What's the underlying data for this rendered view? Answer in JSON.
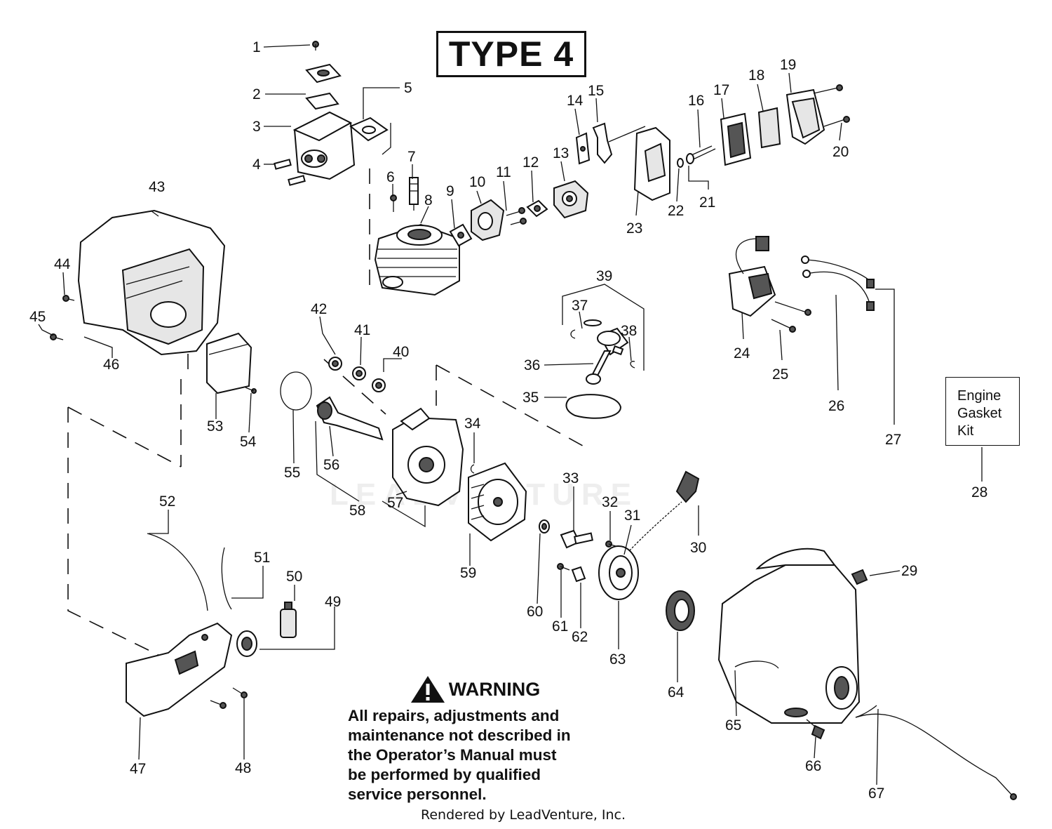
{
  "type_label": "TYPE 4",
  "kit_label": [
    "Engine",
    "Gasket",
    "Kit"
  ],
  "warning": {
    "heading": "WARNING",
    "lines": [
      "All repairs, adjustments and",
      "maintenance not described in",
      "the Operator’s Manual must",
      "be performed by qualified",
      "service personnel."
    ]
  },
  "footer": "Rendered by LeadVenture, Inc.",
  "watermark": "LEADVENTURE",
  "callouts": [
    "1",
    "2",
    "3",
    "4",
    "5",
    "6",
    "7",
    "8",
    "9",
    "10",
    "11",
    "12",
    "13",
    "14",
    "15",
    "16",
    "17",
    "18",
    "19",
    "20",
    "21",
    "22",
    "23",
    "24",
    "25",
    "26",
    "27",
    "28",
    "29",
    "30",
    "31",
    "32",
    "33",
    "34",
    "35",
    "36",
    "37",
    "38",
    "39",
    "40",
    "41",
    "42",
    "43",
    "44",
    "45",
    "46",
    "47",
    "48",
    "49",
    "50",
    "51",
    "52",
    "53",
    "54",
    "55",
    "56",
    "57",
    "58",
    "59",
    "60",
    "61",
    "62",
    "63",
    "64",
    "65",
    "66",
    "67"
  ]
}
